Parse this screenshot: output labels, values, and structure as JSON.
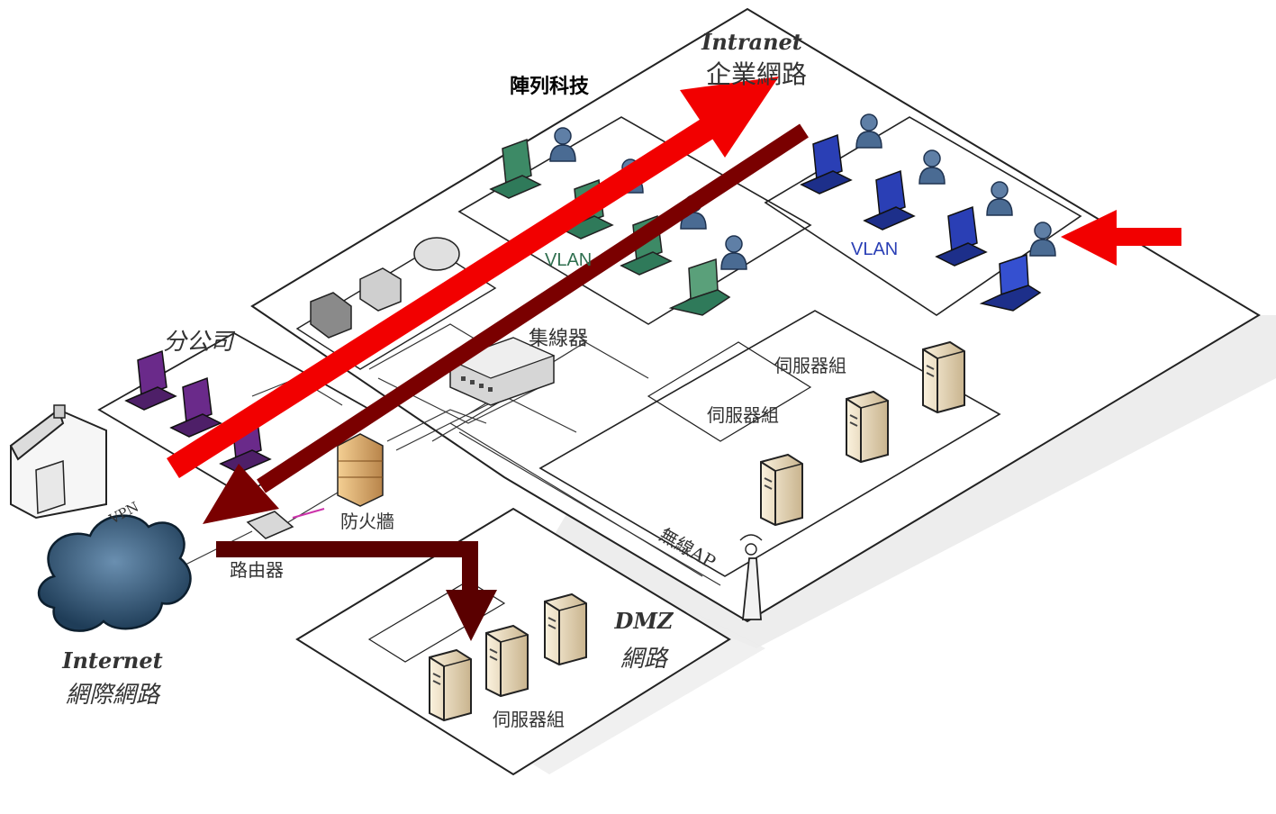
{
  "zones": {
    "intranet_en": "Intranet",
    "intranet_zh": "企業網路",
    "internet_en": "Internet",
    "internet_zh": "網際網路",
    "dmz_en": "DMZ",
    "dmz_zh": "網路"
  },
  "labels": {
    "department": "陣列科技",
    "branch": "分公司",
    "hub": "集線器",
    "firewall": "防火牆",
    "router": "路由器",
    "wireless_ap": "無線AP",
    "vpn": "VPN",
    "vlan_left": "VLAN",
    "vlan_right": "VLAN",
    "server_group_1": "伺服器組",
    "server_group_2": "伺服器組",
    "server_group_dmz": "伺服器組"
  },
  "colors": {
    "arrow_red": "#f20000",
    "arrow_dark": "#7a0000",
    "vlan_blue": "#2a3fb5",
    "pc_green": "#2f7a5a",
    "pc_purple": "#6a2a8a",
    "user_blue": "#3b5f8a",
    "server_beige": "#efe1c4",
    "cloud_blue": "#2c4f6e",
    "firewall_orange": "#e0b070"
  }
}
